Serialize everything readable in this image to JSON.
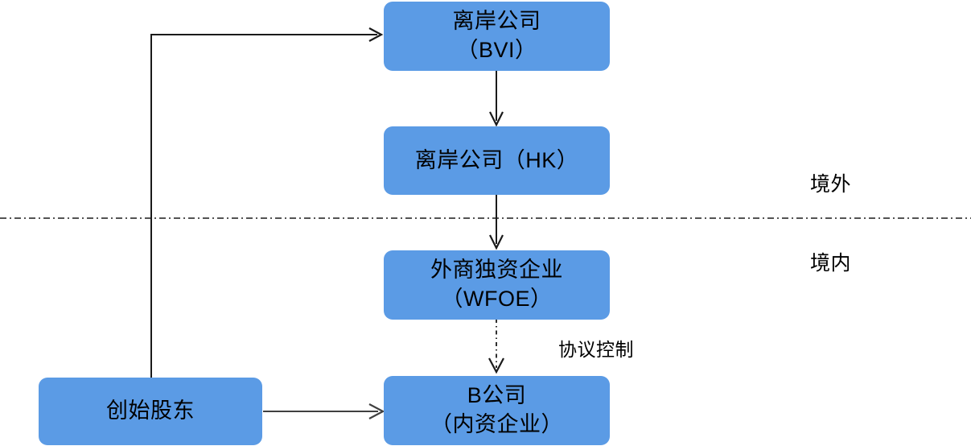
{
  "diagram": {
    "title": "VIE structure chart",
    "colors": {
      "node_fill": "#5B9BE5",
      "text": "#000000",
      "connector": "#404040",
      "divider": "#1a1a1a"
    },
    "nodes": [
      {
        "id": "bvi",
        "label": "离岸公司\n（BVI）"
      },
      {
        "id": "hk",
        "label": "离岸公司（HK）"
      },
      {
        "id": "wfoe",
        "label": "外商独资企业\n（WFOE）"
      },
      {
        "id": "company",
        "label": "B公司\n（内资企业）"
      },
      {
        "id": "founder",
        "label": "创始股东"
      }
    ],
    "region_labels": [
      {
        "id": "offshore",
        "label": "境外"
      },
      {
        "id": "onshore",
        "label": "境内"
      }
    ],
    "edge_labels": [
      {
        "id": "vie-control",
        "label": "协议控制"
      }
    ],
    "connectors": [
      {
        "id": "founder-to-bvi",
        "from": "founder",
        "to": "bvi",
        "style": "solid",
        "arrow": "open"
      },
      {
        "id": "bvi-to-hk",
        "from": "bvi",
        "to": "hk",
        "style": "solid",
        "arrow": "open"
      },
      {
        "id": "hk-to-wfoe",
        "from": "hk",
        "to": "wfoe",
        "style": "solid",
        "arrow": "open"
      },
      {
        "id": "wfoe-to-company",
        "from": "wfoe",
        "to": "company",
        "style": "dash-dot",
        "arrow": "open"
      },
      {
        "id": "founder-to-company",
        "from": "founder",
        "to": "company",
        "style": "solid",
        "arrow": "open"
      }
    ],
    "divider": {
      "id": "onshore-offshore-divider",
      "style": "dash-dot"
    }
  }
}
